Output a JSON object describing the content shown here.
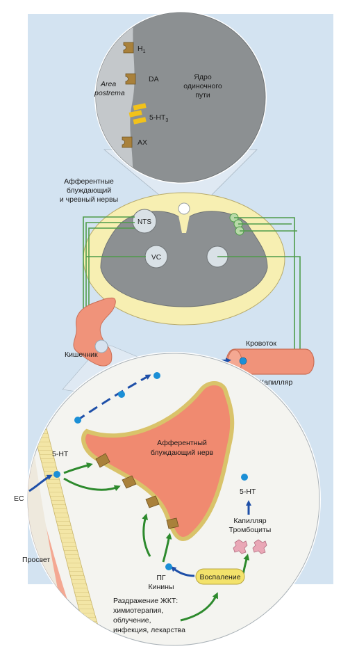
{
  "top_circle": {
    "receptors": [
      {
        "label": "H",
        "sub": "1"
      },
      {
        "label": "DA",
        "sub": ""
      },
      {
        "label": "5-HT",
        "sub": "3"
      },
      {
        "label": "AX",
        "sub": ""
      }
    ],
    "area_postrema_line1": "Area",
    "area_postrema_line2": "postrema",
    "nucleus_line1": "Ядро",
    "nucleus_line2": "одиночного",
    "nucleus_line3": "пути"
  },
  "spinal": {
    "afferent_line1": "Афферентные",
    "afferent_line2": "блуждающий",
    "afferent_line3": "и чревный нервы",
    "nts": "NTS",
    "vc": "VC",
    "intestine": "Кишечник",
    "bloodflow": "Кровоток",
    "capillary": "Капилляр"
  },
  "bottom_circle": {
    "nerve_line1": "Афферентный",
    "nerve_line2": "блуждающий нерв",
    "serotonin_left": "5-HT",
    "ec": "EC",
    "lumen": "Просвет",
    "serotonin_right": "5-HT",
    "capillary_line1": "Капилляр",
    "capillary_line2": "Тромбоциты",
    "pg_line1": "ПГ",
    "pg_line2": "Кинины",
    "inflammation": "Воспаление",
    "irritation_line1": "Раздражение ЖКТ:",
    "irritation_line2": "химиотерапия,",
    "irritation_line3": "облучение,",
    "irritation_line4": "инфекция, лекарства"
  },
  "colors": {
    "background_panel": "#cfe0f0",
    "grey_matter": "#8c9092",
    "white_matter": "#f7efb2",
    "nerve_green": "#4e9b4a",
    "flesh": "#f0937a",
    "receptor_brown": "#a9813b",
    "receptor_yellow": "#f2c21a",
    "arrow_blue": "#1e4fa8",
    "arrow_green": "#2d8a2d",
    "serotonin_blue": "#1b8fd6",
    "inflammation_yellow": "#f3e26b"
  }
}
